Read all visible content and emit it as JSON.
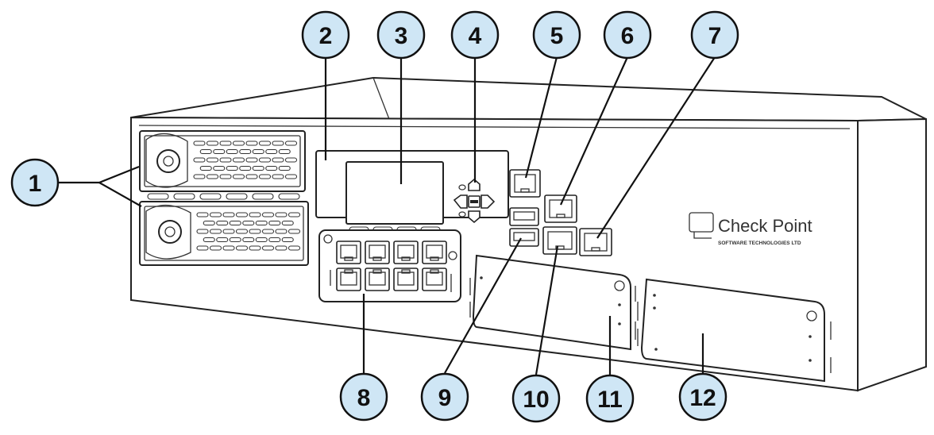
{
  "callouts": [
    {
      "id": "1",
      "label": "1"
    },
    {
      "id": "2",
      "label": "2"
    },
    {
      "id": "3",
      "label": "3"
    },
    {
      "id": "4",
      "label": "4"
    },
    {
      "id": "5",
      "label": "5"
    },
    {
      "id": "6",
      "label": "6"
    },
    {
      "id": "7",
      "label": "7"
    },
    {
      "id": "8",
      "label": "8"
    },
    {
      "id": "9",
      "label": "9"
    },
    {
      "id": "10",
      "label": "10"
    },
    {
      "id": "11",
      "label": "11"
    },
    {
      "id": "12",
      "label": "12"
    }
  ],
  "logo": {
    "brand": "Check Point",
    "tagline": "SOFTWARE TECHNOLOGIES LTD"
  },
  "colors": {
    "callout_fill": "#cfe6f5",
    "stroke": "#111111"
  }
}
